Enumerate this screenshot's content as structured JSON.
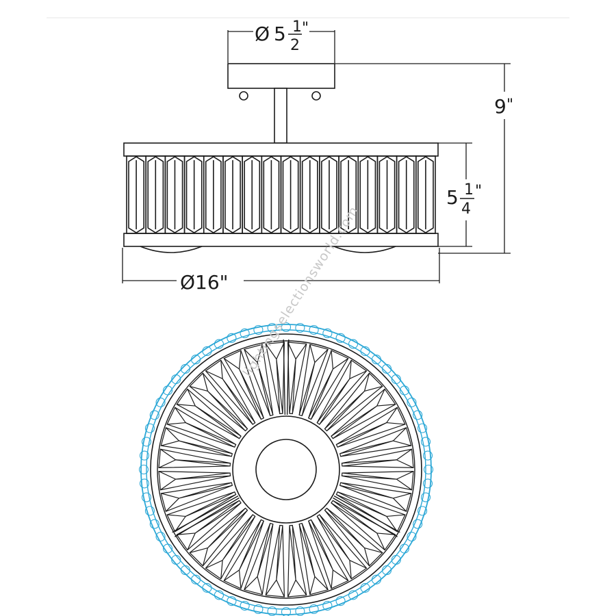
{
  "dimensions": {
    "canopy_diameter": {
      "symbol": "Ø",
      "whole": "5",
      "numerator": "1",
      "denominator": "2",
      "inch": "\""
    },
    "overall_height": {
      "whole": "9",
      "inch": "\""
    },
    "drum_height": {
      "whole": "5",
      "numerator": "1",
      "denominator": "4",
      "inch": "\""
    },
    "drum_diameter": {
      "text": "Ø16\""
    }
  },
  "watermark": "lightingselectionsworld.com",
  "colors": {
    "line": "#1a1a1a",
    "crystal_accent": "#2aa7d6"
  },
  "views": [
    "side-elevation",
    "bottom-view"
  ]
}
